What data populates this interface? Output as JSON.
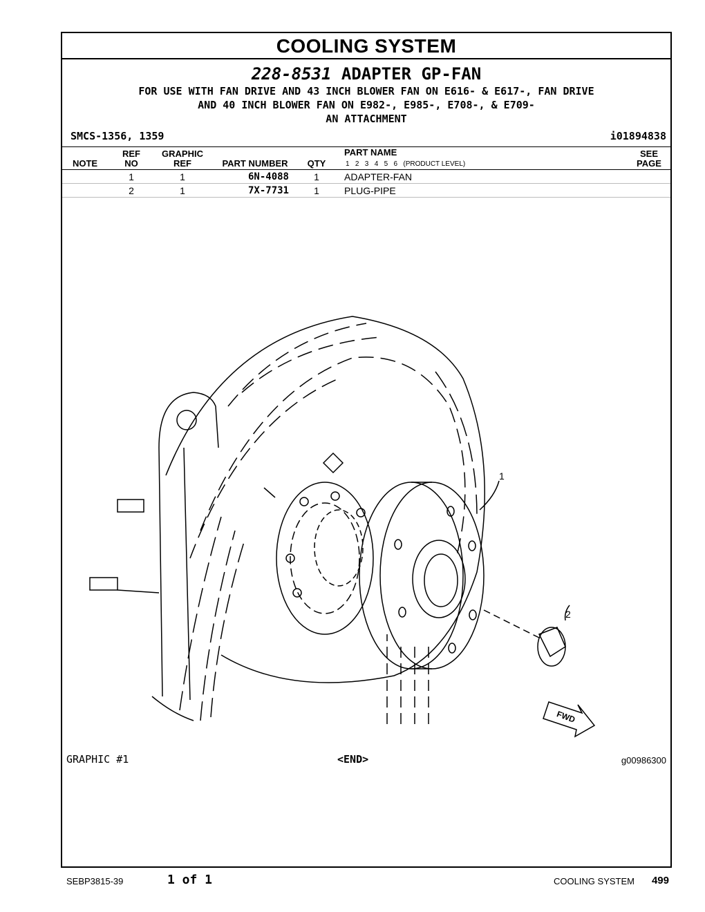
{
  "page": {
    "section_title": "COOLING SYSTEM",
    "group_number": "228-8531",
    "group_name": "ADAPTER GP-FAN",
    "description_lines": [
      "FOR USE WITH FAN DRIVE AND 43 INCH BLOWER FAN ON E616- & E617-, FAN DRIVE",
      "AND 40 INCH BLOWER FAN ON E982-, E985-, E708-, & E709-",
      "AN ATTACHMENT"
    ],
    "smcs": "SMCS-1356, 1359",
    "doc_id": "i01894838"
  },
  "table": {
    "headers": {
      "note": "NOTE",
      "ref_top": "REF",
      "ref_bottom": "NO",
      "graphic_top": "GRAPHIC",
      "graphic_bottom": "REF",
      "part_number": "PART NUMBER",
      "qty": "QTY",
      "part_name": "PART NAME",
      "product_levels": "1   2   3   4   5   6   (PRODUCT LEVEL)",
      "see_top": "SEE",
      "see_bottom": "PAGE"
    },
    "rows": [
      {
        "ref_no": "1",
        "graphic_ref": "1",
        "part_number": "6N-4088",
        "qty": "1",
        "part_name": "ADAPTER-FAN"
      },
      {
        "ref_no": "2",
        "graphic_ref": "1",
        "part_number": "7X-7731",
        "qty": "1",
        "part_name": "PLUG-PIPE"
      }
    ]
  },
  "graphic": {
    "label": "GRAPHIC #1",
    "end": "<END>",
    "id": "g00986300",
    "callouts": [
      "1",
      "2"
    ],
    "fwd_arrow": "FWD"
  },
  "footer": {
    "doc": "SEBP3815-39",
    "pages": "1 of 1",
    "section": "COOLING SYSTEM",
    "page_number": "499"
  }
}
